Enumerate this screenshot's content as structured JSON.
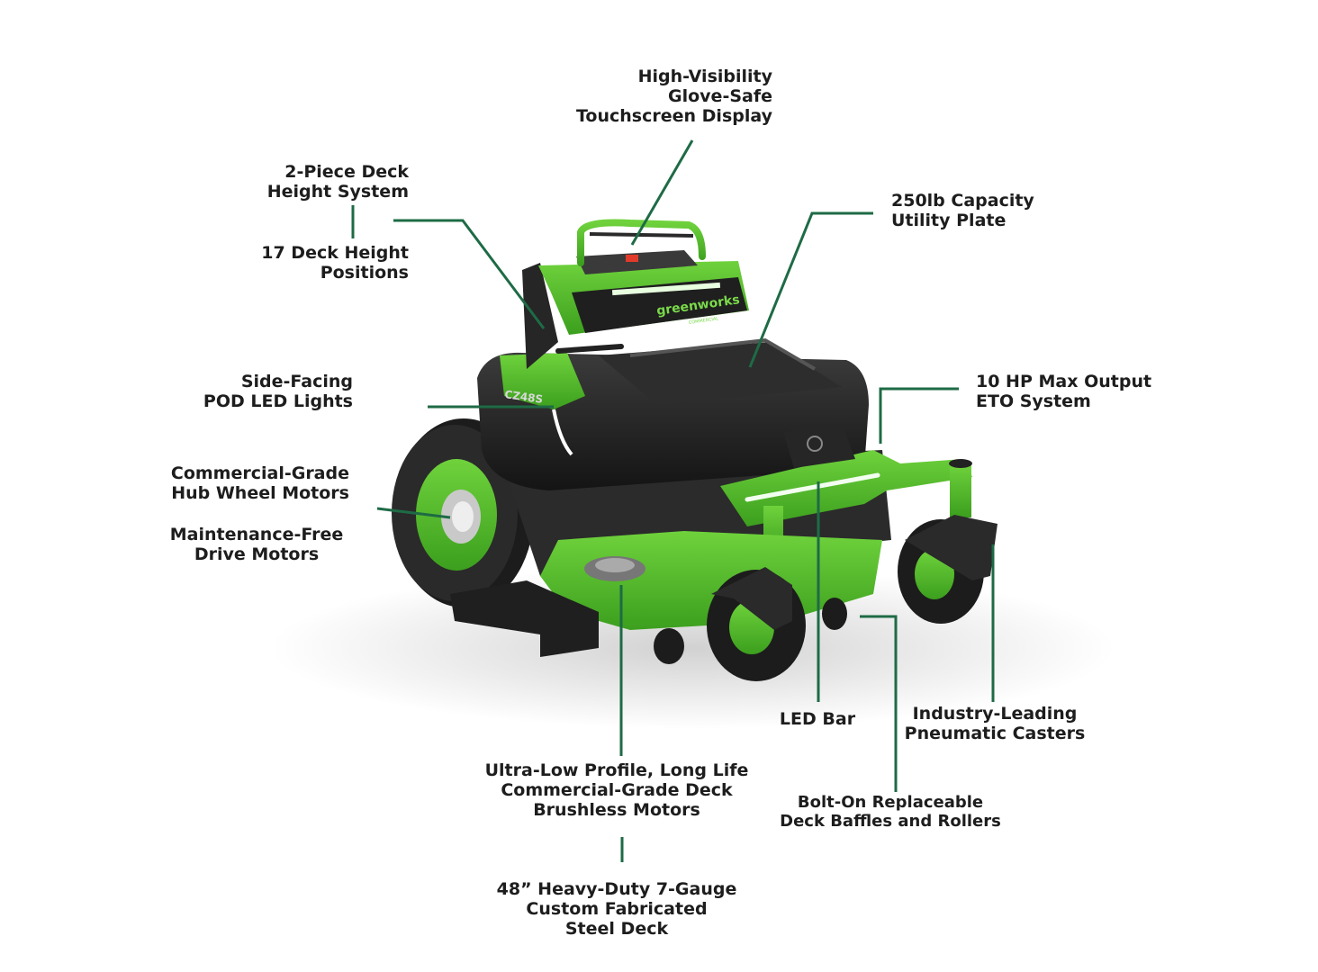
{
  "colors": {
    "leader": "#1e6b45",
    "mower_green": "#4fbf2a",
    "mower_green_dark": "#2f8f1c",
    "mower_black": "#1a1a1a",
    "mower_grey": "#3a3a3a",
    "text": "#1d1d1d"
  },
  "branding": {
    "logo_text": "greenworks",
    "logo_sub": "COMMERCIAL",
    "model": "CZ48S"
  },
  "callouts": {
    "touchscreen": {
      "lines": [
        "High-Visibility",
        "Glove-Safe",
        "Touchscreen Display"
      ]
    },
    "deck_height": {
      "lines": [
        "2-Piece Deck",
        "Height System"
      ]
    },
    "deck_positions": {
      "lines": [
        "17 Deck Height",
        "Positions"
      ]
    },
    "utility_plate": {
      "lines": [
        "250lb Capacity",
        "Utility Plate"
      ]
    },
    "pod_lights": {
      "lines": [
        "Side-Facing",
        "POD LED Lights"
      ]
    },
    "eto": {
      "lines": [
        "10 HP Max Output",
        "ETO System"
      ]
    },
    "hub_motors": {
      "lines": [
        "Commercial-Grade",
        "Hub Wheel Motors"
      ]
    },
    "drive_motors": {
      "lines": [
        "Maintenance-Free",
        "Drive Motors"
      ]
    },
    "led_bar": {
      "lines": [
        "LED Bar"
      ]
    },
    "casters": {
      "lines": [
        "Industry-Leading",
        "Pneumatic Casters"
      ]
    },
    "deck_motors": {
      "lines": [
        "Ultra-Low Profile, Long Life",
        "Commercial-Grade Deck",
        "Brushless Motors"
      ]
    },
    "baffles": {
      "lines": [
        "Bolt-On Replaceable",
        "Deck Baffles and Rollers"
      ]
    },
    "steel_deck": {
      "lines": [
        "48” Heavy-Duty 7-Gauge",
        "Custom Fabricated",
        "Steel Deck"
      ]
    }
  }
}
